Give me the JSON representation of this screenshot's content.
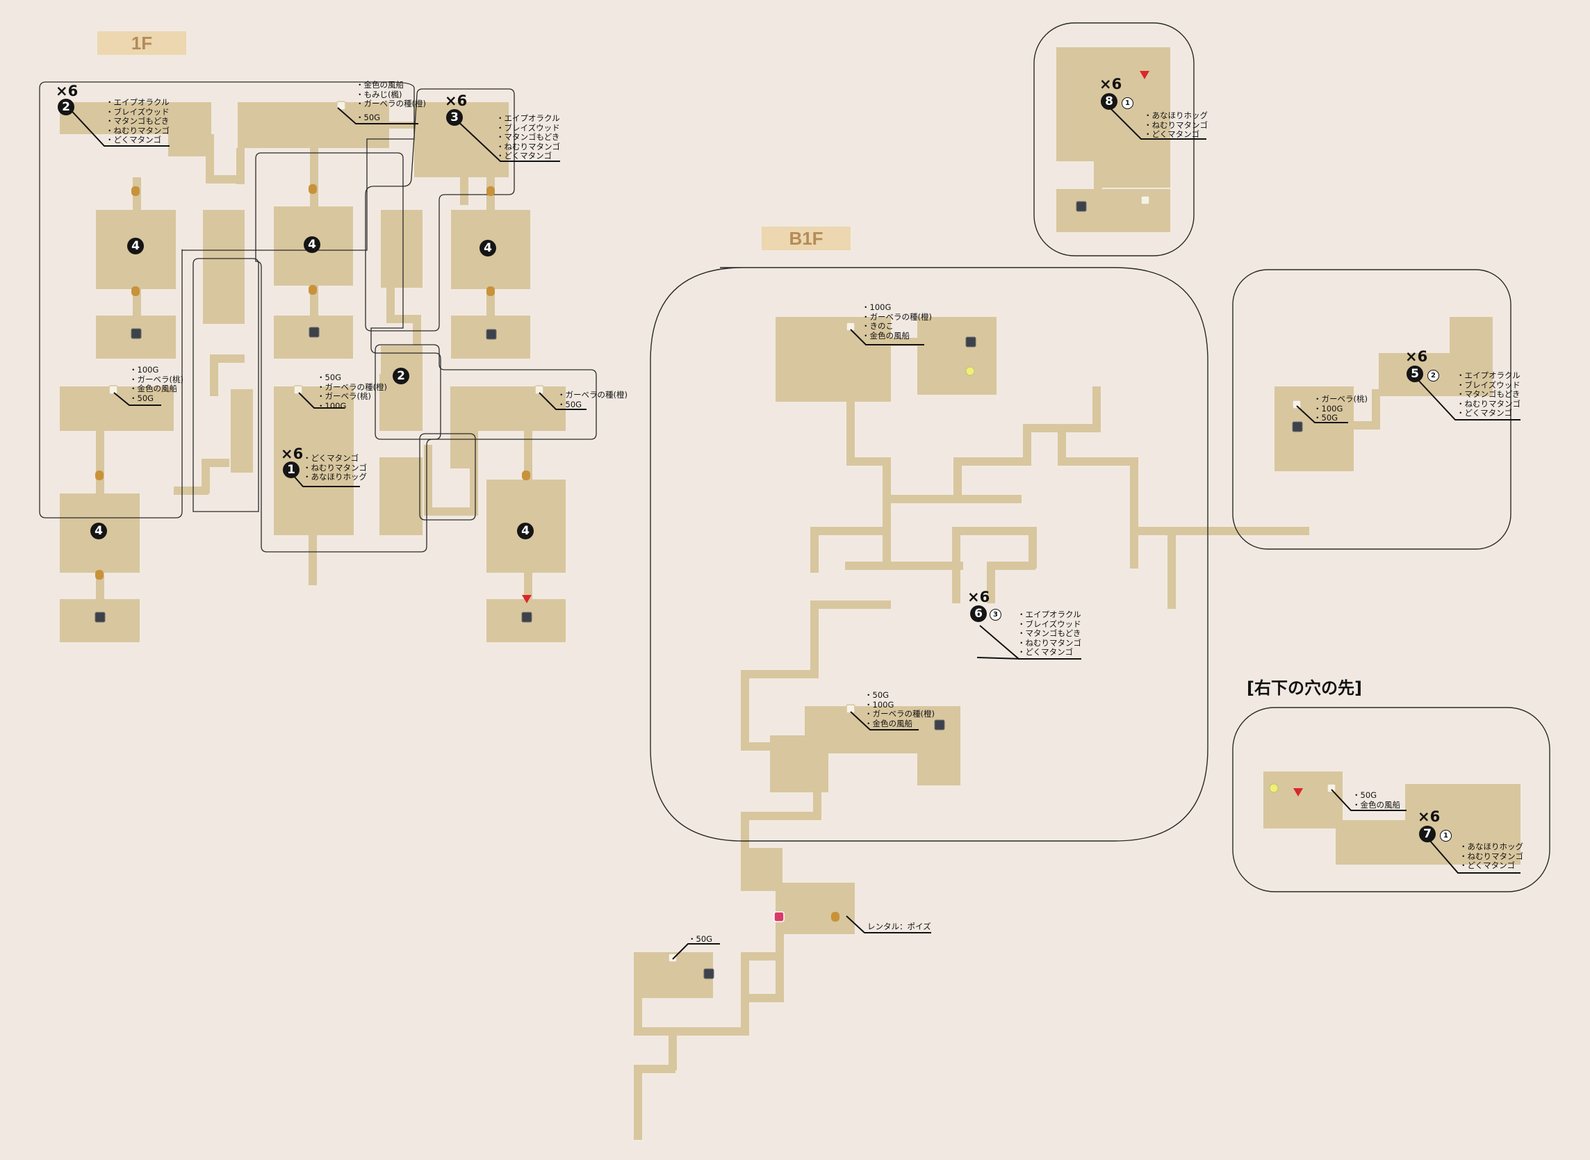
{
  "floors": {
    "f1": "1F",
    "b1": "B1F"
  },
  "region_label": "[右下の穴の先]",
  "multiplier": "×6",
  "enemy_groups": {
    "g1": {
      "num": "1",
      "items": [
        "・どくマタンゴ",
        "・ねむりマタンゴ",
        "・あなほりホッグ"
      ]
    },
    "g2": {
      "num": "2",
      "items": [
        "・エイプオラクル",
        "・ブレイズウッド",
        "・マタンゴもどき",
        "・ねむりマタンゴ",
        "・どくマタンゴ"
      ]
    },
    "g3": {
      "num": "3",
      "items": [
        "・エイプオラクル",
        "・ブレイズウッド",
        "・マタンゴもどき",
        "・ねむりマタンゴ",
        "・どくマタンゴ"
      ]
    },
    "g5": {
      "num": "5",
      "sub": "2",
      "items": [
        "・エイプオラクル",
        "・ブレイズウッド",
        "・マタンゴもどき",
        "・ねむりマタンゴ",
        "・どくマタンゴ"
      ]
    },
    "g6": {
      "num": "6",
      "sub": "3",
      "items": [
        "・エイプオラクル",
        "・ブレイズウッド",
        "・マタンゴもどき",
        "・ねむりマタンゴ",
        "・どくマタンゴ"
      ]
    },
    "g7": {
      "num": "7",
      "sub": "1",
      "items": [
        "・あなほりホッグ",
        "・ねむりマタンゴ",
        "・どくマタンゴ"
      ]
    },
    "g8": {
      "num": "8",
      "sub": "1",
      "items": [
        "・あなほりホッグ",
        "・ねむりマタンゴ",
        "・どくマタンゴ"
      ]
    }
  },
  "room_markers": {
    "two": "2",
    "four": "4"
  },
  "treasure": {
    "t1": [
      "・金色の風船",
      "・もみじ(楓)",
      "・ガーベラの種(橙)",
      "・50G"
    ],
    "t2": [
      "・100G",
      "・ガーベラ(桃)",
      "・金色の風船",
      "・50G"
    ],
    "t3": [
      "・50G",
      "・ガーベラの種(橙)",
      "・ガーベラ(桃)",
      "・100G"
    ],
    "t4": [
      "・ガーベラの種(橙)",
      "・50G"
    ],
    "t5": [
      "・100G",
      "・ガーベラの種(橙)",
      "・きのこ",
      "・金色の風船"
    ],
    "t6": [
      "・50G",
      "・100G",
      "・ガーベラの種(橙)",
      "・金色の風船"
    ],
    "t7": [
      "・50G"
    ],
    "t8": [
      "・ガーベラ(桃)",
      "・100G",
      "・50G"
    ],
    "t9": [
      "・50G",
      "・金色の風船"
    ]
  },
  "rental": "レンタル：ポイズ",
  "colors": {
    "floor": "#d8c69e",
    "background": "#f1e9e1",
    "label_bg": "#ecd7b0",
    "label_text": "#b58b57",
    "stairs": "#3d4149",
    "door": "#c8923a",
    "spark": "#eef07a",
    "arrow": "#d8282a",
    "pink": "#d83a6a"
  }
}
